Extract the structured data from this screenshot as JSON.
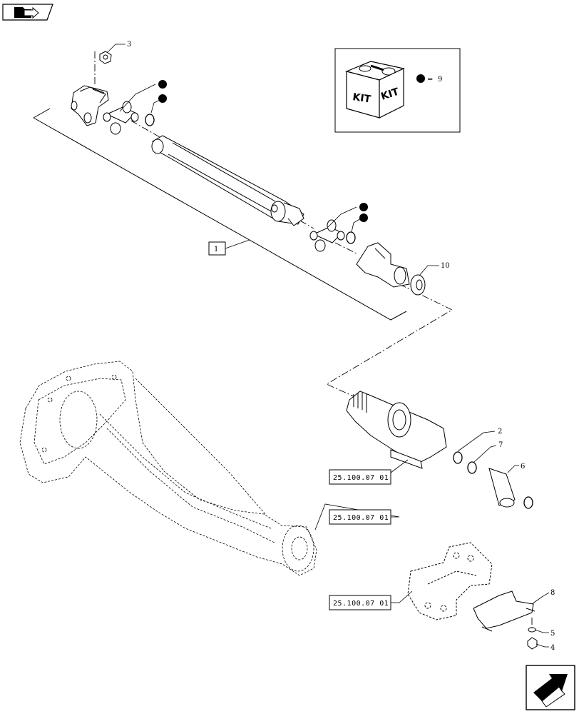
{
  "header": {
    "nav_back_icon": "folder-arrow-icon",
    "nav_next_icon": "next-page-arrow-icon"
  },
  "kit_box": {
    "kit_label_left": "KIT",
    "kit_label_right": "KIT",
    "equals": "=",
    "kit_ref": "9"
  },
  "callouts": {
    "c1": "1",
    "c2": "2",
    "c3": "3",
    "c4": "4",
    "c5": "5",
    "c6": "6",
    "c7": "7",
    "c8": "8",
    "c10": "10"
  },
  "references": {
    "ref_a": "25.100.07 01",
    "ref_b": "25.100.07 01",
    "ref_c": "25.100.07 01"
  }
}
